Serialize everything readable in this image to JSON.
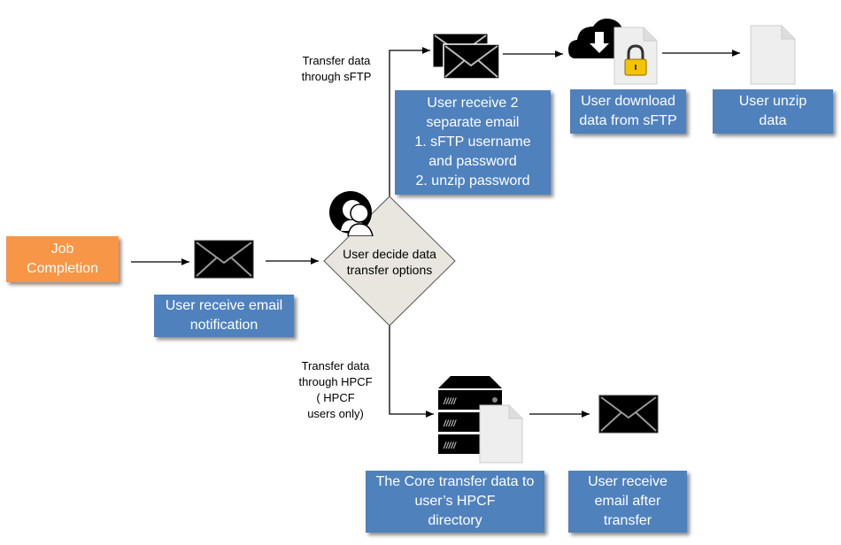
{
  "nodes": {
    "job_completion": "Job Completion",
    "email_notification": "User receive email notification",
    "decision": "User decide data transfer options",
    "two_emails": [
      "User receive 2",
      "separate email",
      "1. sFTP username",
      "and password",
      "2. unzip password"
    ],
    "download_sftp": "User download data from sFTP",
    "unzip": "User unzip data",
    "core_transfer": [
      "The Core transfer data to",
      "user’s HPCF",
      "directory"
    ],
    "email_after": "User receive email after transfer"
  },
  "edge_labels": {
    "sftp": [
      "Transfer data",
      "through sFTP"
    ],
    "hpcf": [
      "Transfer data",
      "through HPCF",
      "( HPCF",
      "users only)"
    ]
  },
  "colors": {
    "process": "#4f81bd",
    "start": "#f79646",
    "decision": "#e8e6de"
  }
}
